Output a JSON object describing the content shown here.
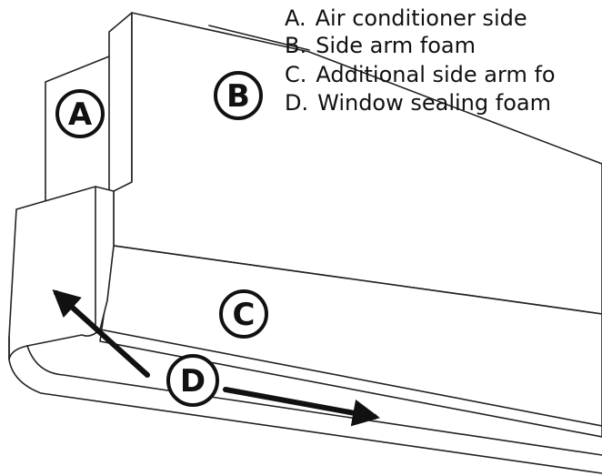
{
  "legend": [
    {
      "letter": "A.",
      "text": "Air conditioner side"
    },
    {
      "letter": "B.",
      "text": "Side arm foam"
    },
    {
      "letter": "C.",
      "text": "Additional side arm fo"
    },
    {
      "letter": "D.",
      "text": "Window sealing foam"
    }
  ],
  "markers": {
    "a": "A",
    "b": "B",
    "c": "C",
    "d": "D"
  },
  "colors": {
    "line": "#222222",
    "arrow": "#111111",
    "background": "#ffffff"
  }
}
